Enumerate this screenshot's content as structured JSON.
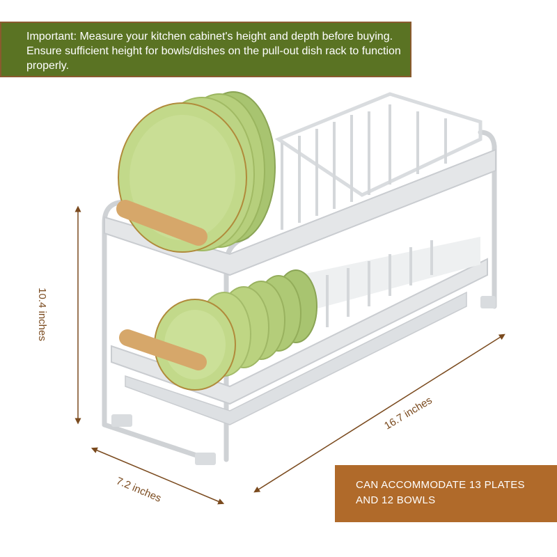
{
  "note": {
    "text": "Important: Measure your kitchen cabinet's height and depth before buying. Ensure sufficient height for bowls/dishes on the pull-out dish rack to function properly.",
    "bg_color": "#5a7323",
    "border_color": "#8a5a2e"
  },
  "capacity": {
    "line1": "CAN ACCOMMODATE 13 PLATES",
    "line2": "AND 12 BOWLS",
    "bg_color": "#b06a2a"
  },
  "dimensions": {
    "height": "10.4 inches",
    "length": "16.7 inches",
    "depth": "7.2 inches",
    "color": "#7a4a1e"
  },
  "product": {
    "rack_color": "#e4e6e8",
    "plate_color": "#c2d98a",
    "handle_color": "#d6a76a"
  }
}
